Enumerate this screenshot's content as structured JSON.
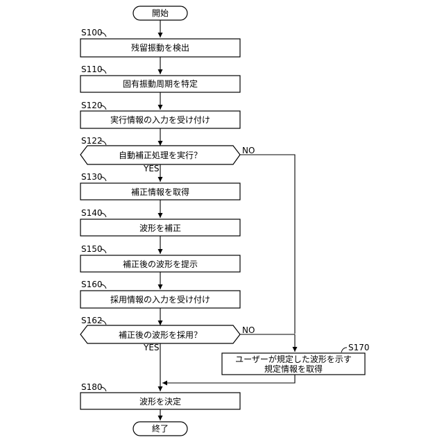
{
  "flowchart": {
    "start": "開始",
    "end": "終了",
    "steps": {
      "s100": {
        "id": "S100",
        "text": "残留振動を検出"
      },
      "s110": {
        "id": "S110",
        "text": "固有振動周期を特定"
      },
      "s120": {
        "id": "S120",
        "text": "実行情報の入力を受け付け"
      },
      "s122": {
        "id": "S122",
        "text": "自動補正処理を実行？"
      },
      "s130": {
        "id": "S130",
        "text": "補正情報を取得"
      },
      "s140": {
        "id": "S140",
        "text": "波形を補正"
      },
      "s150": {
        "id": "S150",
        "text": "補正後の波形を提示"
      },
      "s160": {
        "id": "S160",
        "text": "採用情報の入力を受け付け"
      },
      "s162": {
        "id": "S162",
        "text": "補正後の波形を採用？"
      },
      "s170": {
        "id": "S170",
        "text_line1": "ユーザーが規定した波形を示す",
        "text_line2": "規定情報を取得"
      },
      "s180": {
        "id": "S180",
        "text": "波形を決定"
      }
    },
    "branches": {
      "yes": "YES",
      "no": "NO"
    }
  }
}
